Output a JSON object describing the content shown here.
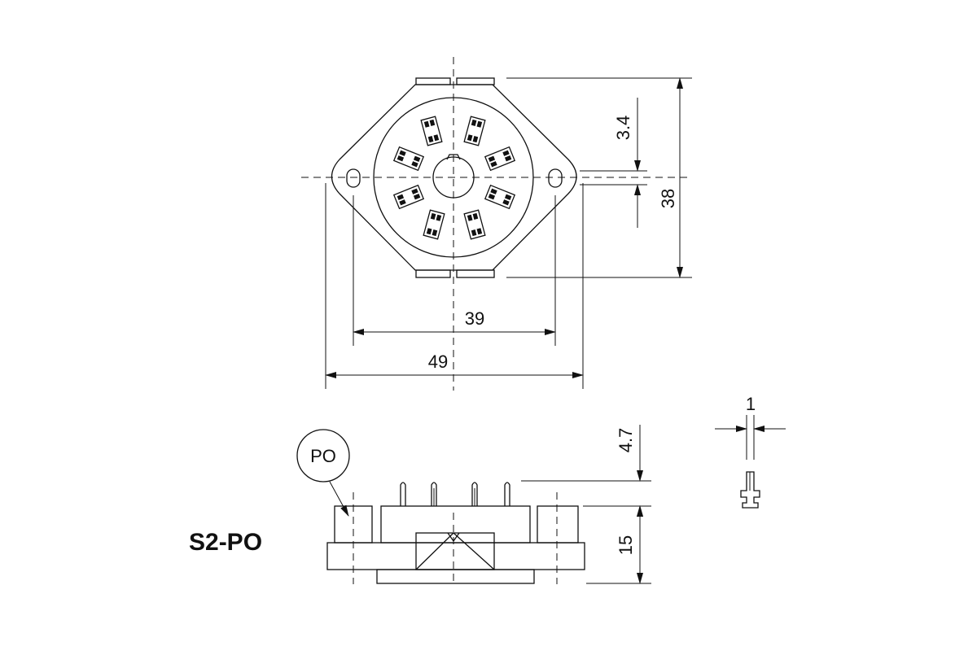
{
  "model_label": "S2-PO",
  "detail_callout": "PO",
  "dimensions": {
    "pin_offset": "3.4",
    "height_total": "38",
    "mount_hole_spacing": "39",
    "overall_width": "49",
    "pin_height": "4.7",
    "body_height": "15",
    "pin_thickness": "1"
  }
}
